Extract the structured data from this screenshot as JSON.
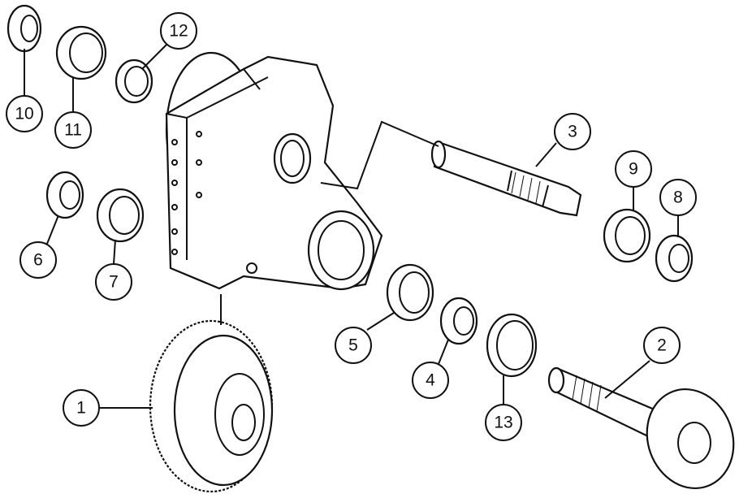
{
  "diagram": {
    "type": "exploded-parts-view",
    "callouts": [
      "1",
      "2",
      "3",
      "4",
      "5",
      "6",
      "7",
      "8",
      "9",
      "10",
      "11",
      "12",
      "13"
    ]
  }
}
